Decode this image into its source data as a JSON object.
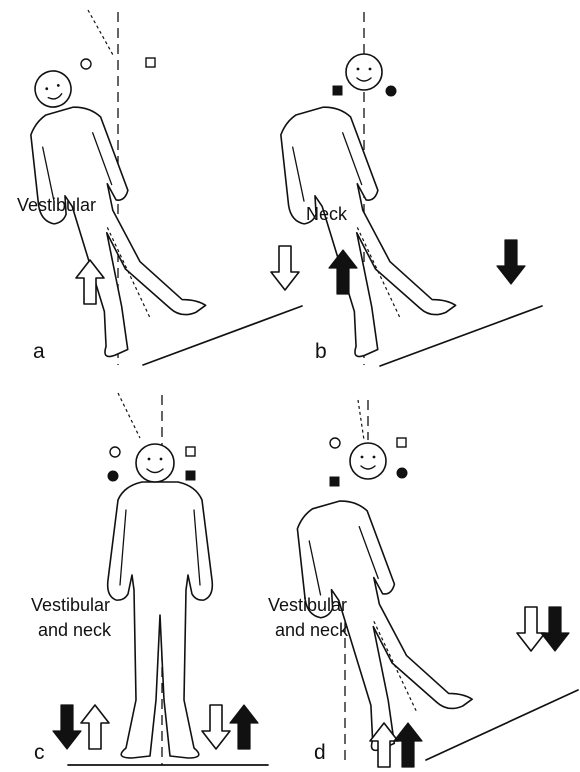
{
  "panels": [
    {
      "letter": "a",
      "label": "Vestibular"
    },
    {
      "letter": "b",
      "label": "Neck"
    },
    {
      "letter": "c",
      "label_line1": "Vestibular",
      "label_line2": "and neck"
    },
    {
      "letter": "d",
      "label_line1": "Vestibular",
      "label_line2": "and neck"
    }
  ]
}
